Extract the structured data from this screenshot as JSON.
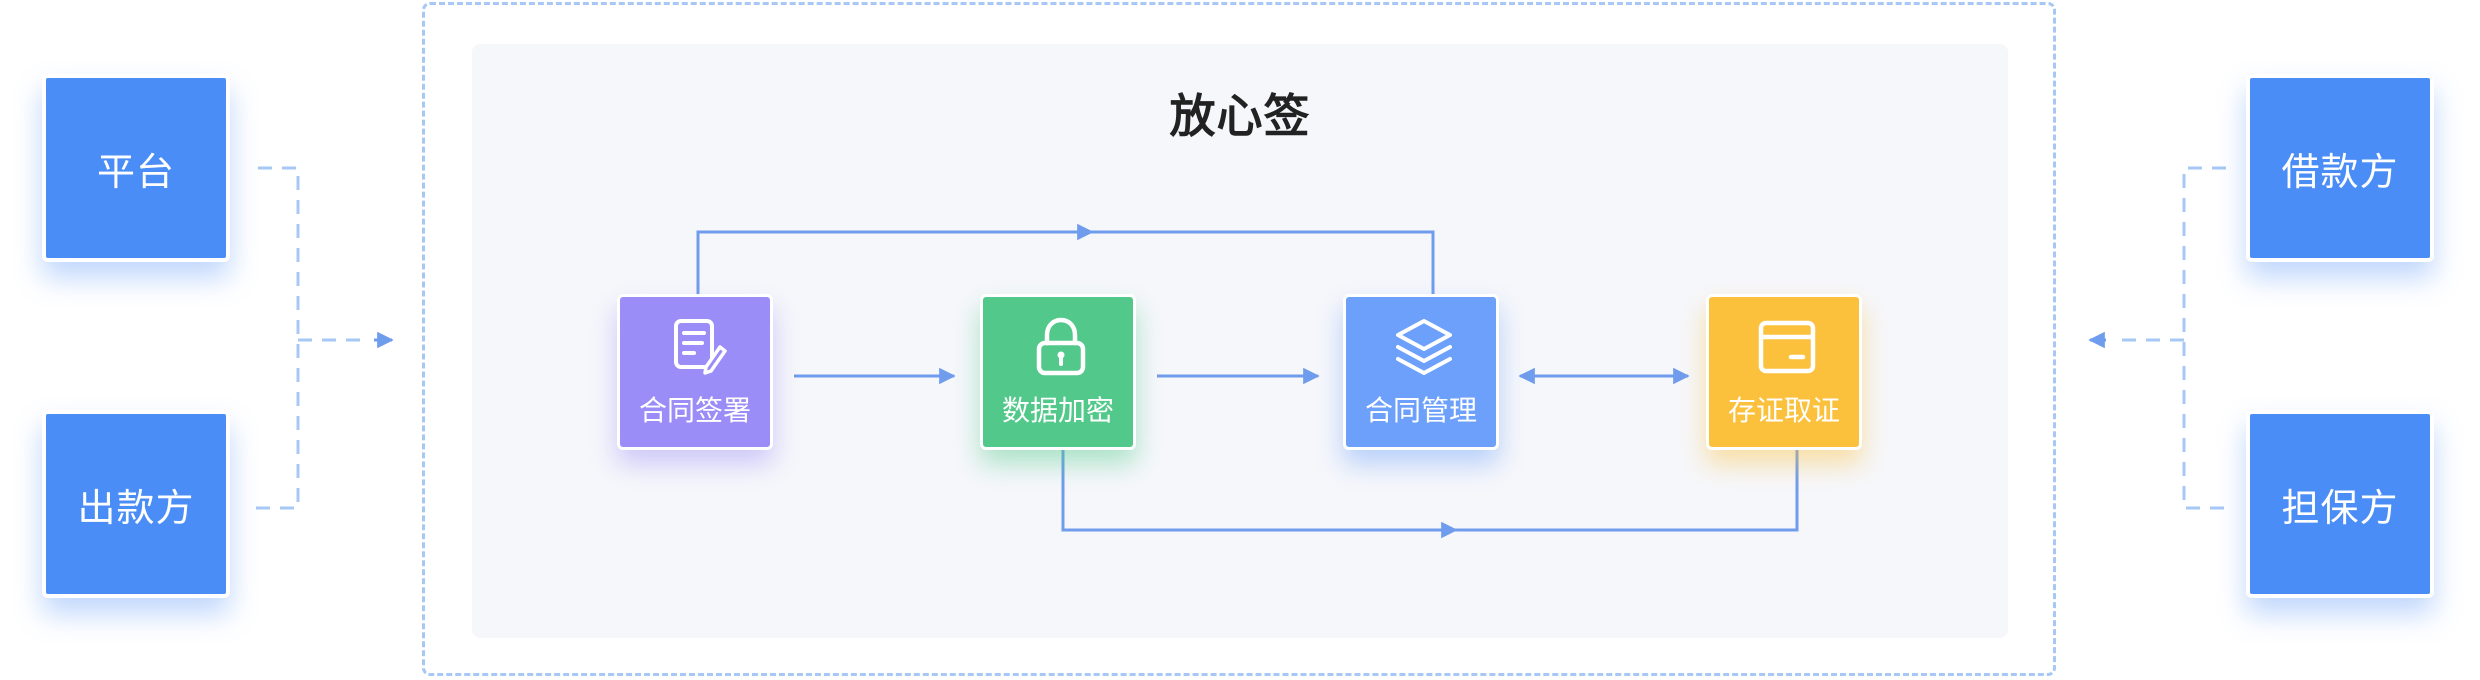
{
  "title": "放心签",
  "parties": {
    "platform": "平台",
    "lender": "出款方",
    "borrower": "借款方",
    "guarantor": "担保方"
  },
  "steps": [
    {
      "label": "合同签署",
      "icon": "document-pen-icon",
      "color": "#9b8df7"
    },
    {
      "label": "数据加密",
      "icon": "lock-icon",
      "color": "#52c98a"
    },
    {
      "label": "合同管理",
      "icon": "layers-icon",
      "color": "#6da0fb"
    },
    {
      "label": "存证取证",
      "icon": "card-icon",
      "color": "#fbc03c"
    }
  ],
  "colors": {
    "party_blue": "#4a8df6",
    "flow_line": "#6f9cec",
    "dashed_line": "#a7c8f5",
    "panel_bg": "#f6f7fb"
  }
}
